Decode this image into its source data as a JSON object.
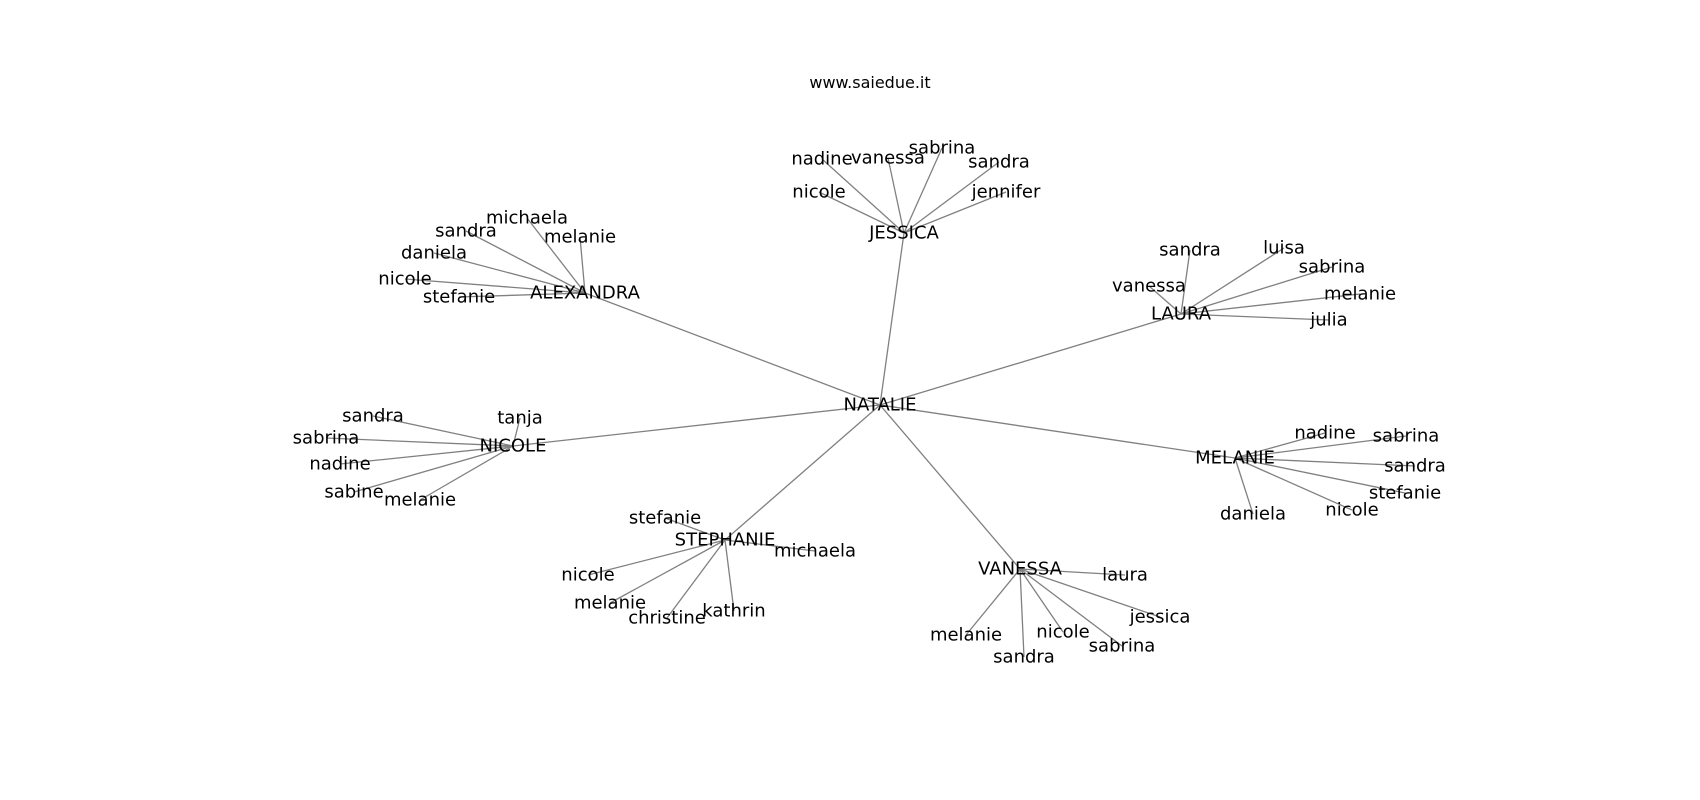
{
  "header": {
    "site": "www.saiedue.it"
  },
  "graph": {
    "center": "NATALIE",
    "groups": [
      {
        "hub": "JESSICA",
        "leaves": [
          "nadine",
          "vanessa",
          "sabrina",
          "sandra",
          "nicole",
          "jennifer"
        ]
      },
      {
        "hub": "ALEXANDRA",
        "leaves": [
          "michaela",
          "sandra",
          "melanie",
          "daniela",
          "nicole",
          "stefanie"
        ]
      },
      {
        "hub": "LAURA",
        "leaves": [
          "sandra",
          "luisa",
          "sabrina",
          "vanessa",
          "melanie",
          "julia"
        ]
      },
      {
        "hub": "NICOLE",
        "leaves": [
          "sandra",
          "tanja",
          "sabrina",
          "nadine",
          "sabine",
          "melanie"
        ]
      },
      {
        "hub": "MELANIE",
        "leaves": [
          "nadine",
          "sabrina",
          "sandra",
          "stefanie",
          "nicole",
          "daniela"
        ]
      },
      {
        "hub": "STEPHANIE",
        "leaves": [
          "stefanie",
          "michaela",
          "nicole",
          "melanie",
          "christine",
          "kathrin"
        ]
      },
      {
        "hub": "VANESSA",
        "leaves": [
          "laura",
          "jessica",
          "melanie",
          "nicole",
          "sabrina",
          "sandra"
        ]
      }
    ]
  }
}
